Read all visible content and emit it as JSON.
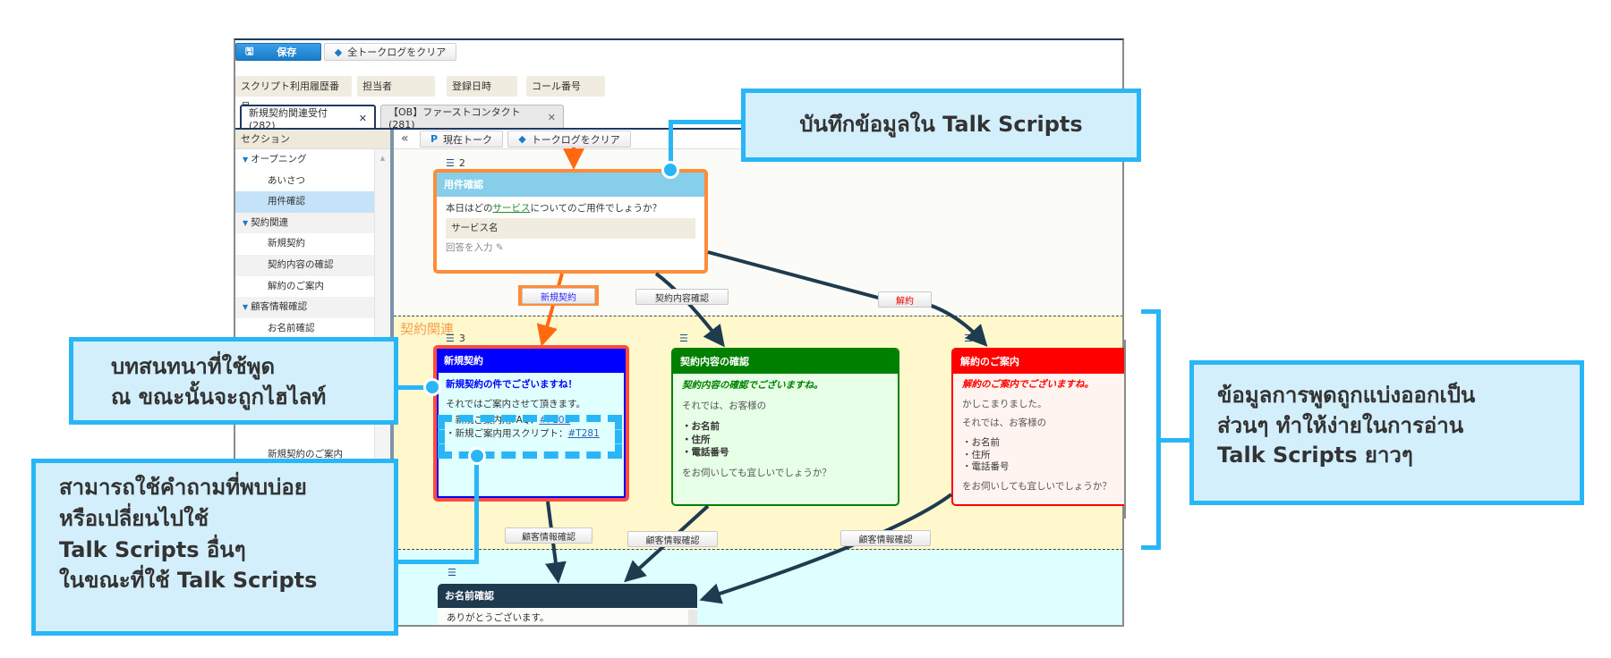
{
  "toolbar": {
    "save_label": "保存",
    "clear_all_label": "全トークログをクリア"
  },
  "info_fields": [
    "スクリプト利用履歴番号",
    "担当者",
    "登録日時",
    "コール番号"
  ],
  "tabs": [
    {
      "label": "新規契約関連受付(282)",
      "active": true
    },
    {
      "label": "【OB】ファーストコンタクト(281)",
      "active": false
    }
  ],
  "sidebar": {
    "header": "セクション",
    "items": [
      {
        "label": "オープニング",
        "type": "section"
      },
      {
        "label": "あいさつ",
        "type": "item"
      },
      {
        "label": "用件確認",
        "type": "item",
        "selected": true
      },
      {
        "label": "契約関連",
        "type": "section"
      },
      {
        "label": "新規契約",
        "type": "item"
      },
      {
        "label": "契約内容の確認",
        "type": "item"
      },
      {
        "label": "解約のご案内",
        "type": "item"
      },
      {
        "label": "顧客情報確認",
        "type": "section"
      },
      {
        "label": "お名前確認",
        "type": "item"
      }
    ],
    "partial_item": "新規契約のご案内"
  },
  "canvas_toolbar": {
    "collapse": "«",
    "current_talk": "現在トーク",
    "clear_log": "トークログをクリア"
  },
  "section_label": "契約関連",
  "cards": {
    "inquiry": {
      "number": "2",
      "title": "用件確認",
      "question_pre": "本日はどの",
      "question_link": "サービス",
      "question_post": "についてのご用件でしょうか？",
      "input_value": "サービス名",
      "answer_hint": "回答を入力",
      "color": "#87ceeb"
    },
    "new_contract": {
      "number": "3",
      "title": "新規契約",
      "highlight": "新規契約の件でございますね！",
      "line1": "それではご案内させて頂きます。",
      "faq_text": "・新規ご案内用FAQ：",
      "faq_link": "#F101",
      "script_text": "・新規ご案内用スクリプト：",
      "script_link": "#T281",
      "color": "#0000ff"
    },
    "contract_check": {
      "title": "契約内容の確認",
      "highlight": "契約内容の確認でございますね。",
      "line1": "それでは、お客様の",
      "bullets": [
        "・お名前",
        "・住所",
        "・電話番号"
      ],
      "line2": "をお伺いしても宜しいでしょうか？",
      "color": "#008000"
    },
    "cancel": {
      "title": "解約のご案内",
      "highlight": "解約のご案内でございますね。",
      "line0": "かしこまりました。",
      "line1": "それでは、お客様の",
      "bullets": [
        "・お名前",
        "・住所",
        "・電話番号"
      ],
      "line2": "をお伺いしても宜しいでしょうか？",
      "color": "#ff0000"
    },
    "name_check": {
      "title": "お名前確認",
      "line1": "ありがとうございます。",
      "color": "#1e3a4f"
    }
  },
  "branches": {
    "new": "新規契約",
    "check": "契約内容確認",
    "cancel": "解約",
    "customer": [
      "顧客情報確認",
      "顧客情報確認",
      "顧客情報確認"
    ]
  },
  "callouts": {
    "save": "บันทึกข้อมูลใน  Talk Scripts",
    "highlight": [
      "บทสนทนาที่ใช้พูด",
      "ณ ขณะนั้นจะถูกไฮไลท์"
    ],
    "faq": [
      "สามารถใช้คำถามที่พบบ่อย",
      "หรือเปลี่ยนไปใช้",
      "Talk Scripts อื่นๆ",
      "ในขณะที่ใช้ Talk Scripts"
    ],
    "sections": [
      "ข้อมูลการพูดถูกแบ่งออกเป็น",
      "ส่วนๆ ทำให้ง่ายในการอ่าน",
      "Talk Scripts ยาวๆ"
    ]
  },
  "colors": {
    "accent": "#29b6f6",
    "arrow": "#1f3b4f",
    "active_arrow": "#ff6a10"
  }
}
